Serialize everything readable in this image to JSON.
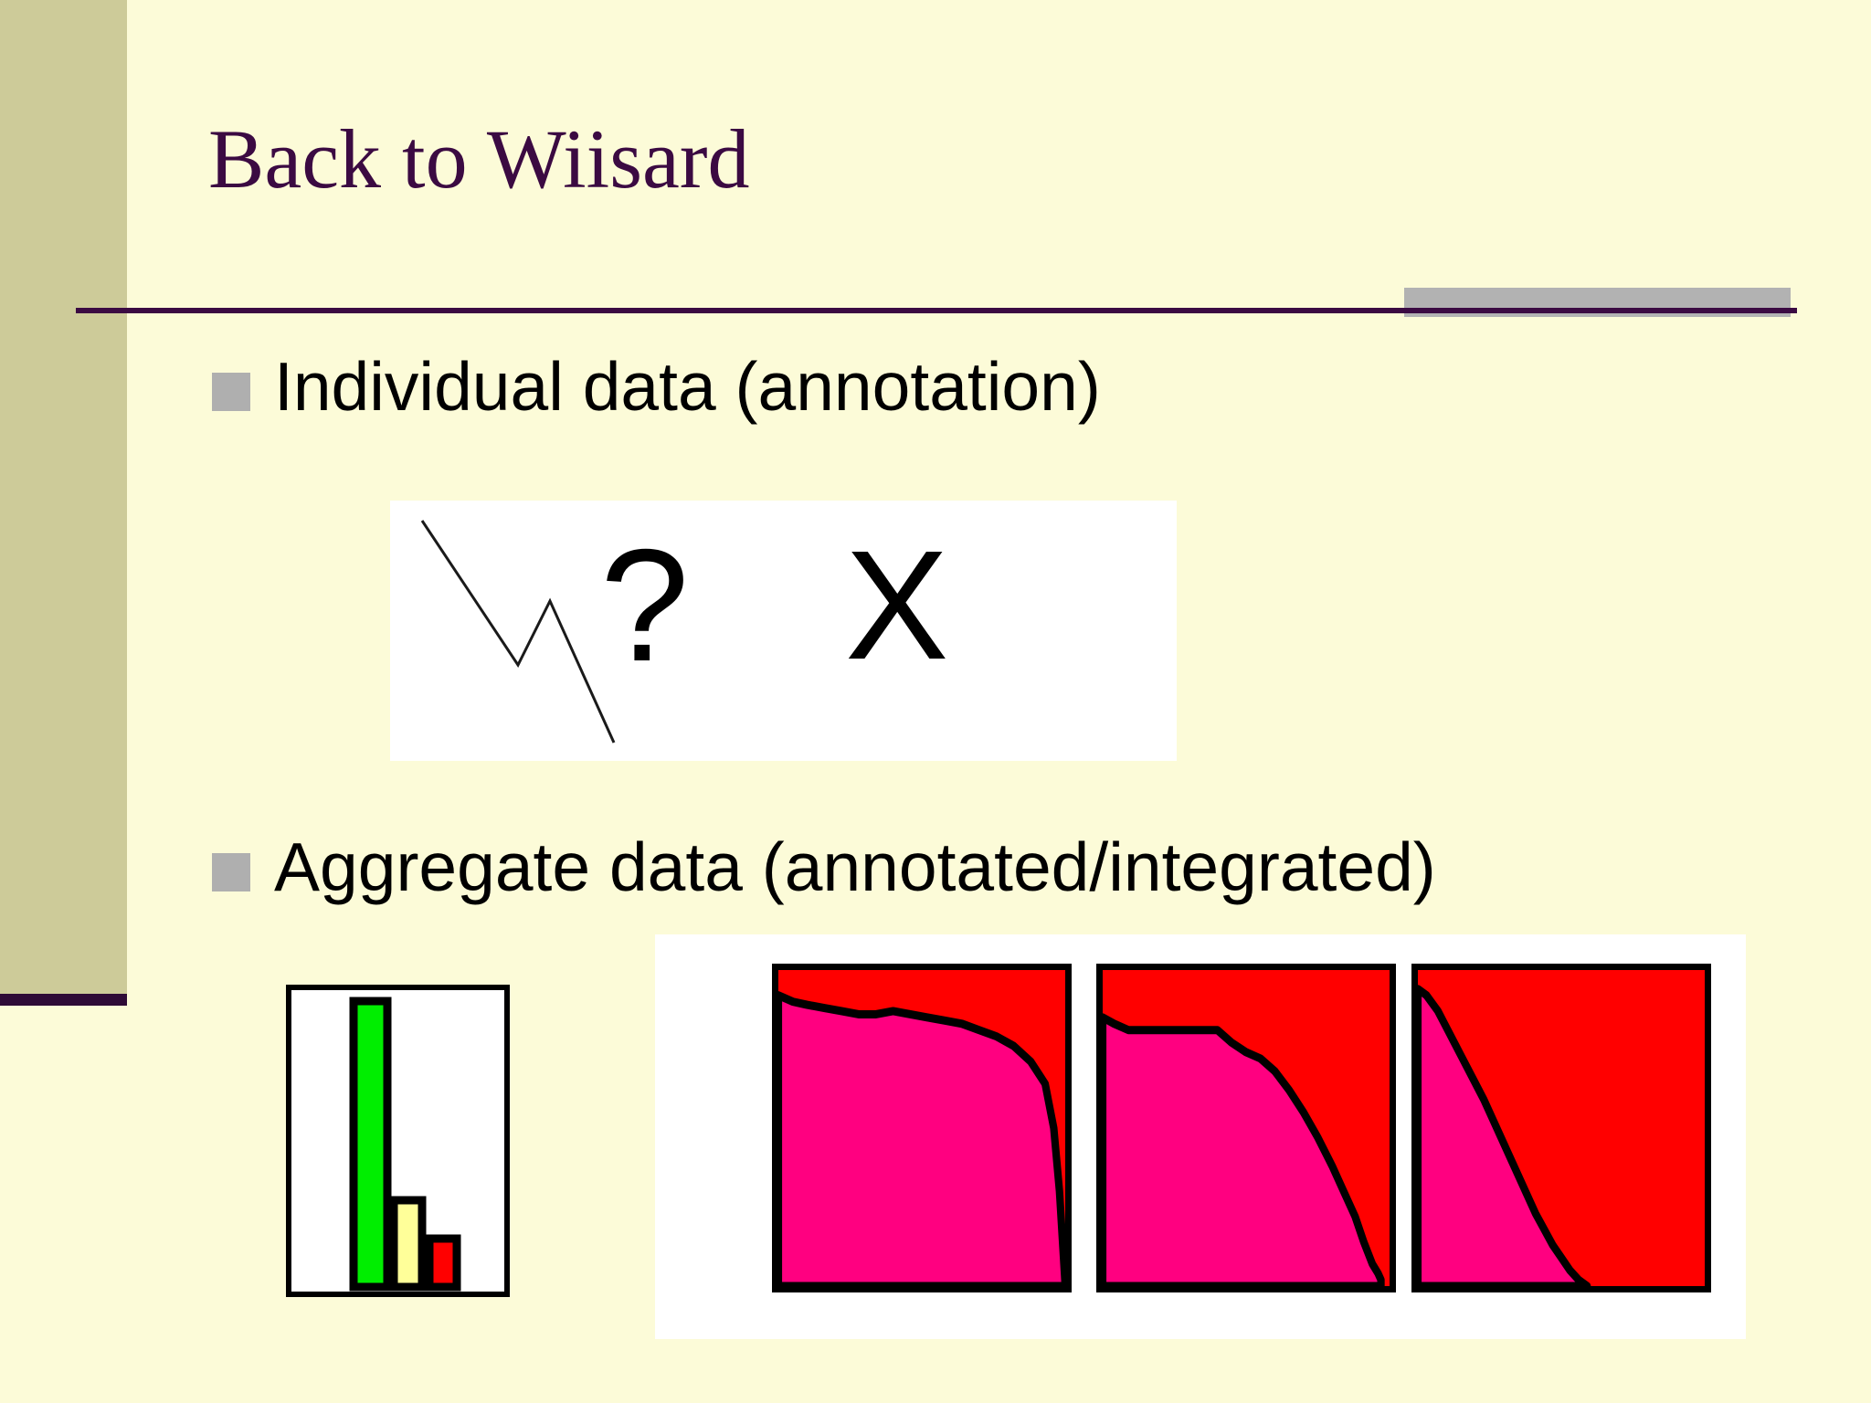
{
  "slide": {
    "title": "Back to Wiisard",
    "background_color": "#fcfbd8",
    "accent_color": "#3b0a42",
    "band_color": "#cdcb99",
    "tab_color": "#b2b2b2"
  },
  "bullets": [
    {
      "marker": "square-bullet",
      "text": "Individual data (annotation)"
    },
    {
      "marker": "square-bullet",
      "text": "Aggregate data (annotated/integrated)"
    }
  ],
  "individual_panel": {
    "name": "individual-data-figure",
    "glyphs": {
      "question_mark": "?",
      "cross": "X"
    },
    "sparkline": {
      "type": "line",
      "points": [
        [
          12,
          8
        ],
        [
          42,
          62
        ],
        [
          58,
          38
        ],
        [
          96,
          92
        ]
      ],
      "stroke": "#1a1a1a"
    }
  },
  "chart_data": [
    {
      "name": "bar-chart",
      "type": "bar",
      "title": "",
      "categories": [
        "green",
        "yellow",
        "red"
      ],
      "values": [
        100,
        34,
        16
      ],
      "colors": [
        "#00ee00",
        "#ffff99",
        "#ff0000"
      ],
      "border_color": "#000000",
      "background": "#ffffff",
      "ylim": [
        0,
        100
      ],
      "xlabel": "",
      "ylabel": "",
      "grid": false,
      "legend": "none"
    },
    {
      "name": "area-chart-1",
      "type": "area",
      "title": "",
      "fill_color": "#ff0080",
      "background_color": "#ff0000",
      "border_color": "#000000",
      "x": [
        0,
        5,
        10,
        16,
        22,
        28,
        34,
        40,
        46,
        52,
        58,
        64,
        70,
        76,
        82,
        88,
        93,
        96,
        98,
        100
      ],
      "y": [
        92,
        90,
        89,
        88,
        87,
        86,
        86,
        87,
        86,
        85,
        84,
        83,
        81,
        79,
        76,
        71,
        64,
        50,
        30,
        0
      ],
      "xlim": [
        0,
        100
      ],
      "ylim": [
        0,
        100
      ],
      "grid": false,
      "legend": "none"
    },
    {
      "name": "area-chart-2",
      "type": "area",
      "title": "",
      "fill_color": "#ff0080",
      "background_color": "#ff0000",
      "border_color": "#000000",
      "x": [
        0,
        4,
        9,
        14,
        20,
        30,
        40,
        45,
        50,
        55,
        60,
        65,
        70,
        75,
        80,
        84,
        88,
        91,
        94,
        96,
        97,
        100
      ],
      "y": [
        85,
        83,
        81,
        81,
        81,
        81,
        81,
        77,
        74,
        72,
        68,
        62,
        55,
        47,
        38,
        30,
        22,
        14,
        7,
        4,
        2,
        0
      ],
      "xlim": [
        0,
        100
      ],
      "ylim": [
        0,
        100
      ],
      "grid": false,
      "legend": "none"
    },
    {
      "name": "area-chart-3",
      "type": "area",
      "title": "",
      "fill_color": "#ff0080",
      "background_color": "#ff0000",
      "border_color": "#000000",
      "x": [
        0,
        3,
        7,
        11,
        15,
        19,
        23,
        26,
        29,
        32,
        35,
        38,
        41,
        44,
        47,
        50,
        53,
        56,
        59
      ],
      "y": [
        94,
        92,
        87,
        80,
        73,
        66,
        59,
        53,
        47,
        41,
        35,
        29,
        23,
        18,
        13,
        9,
        5,
        2,
        0
      ],
      "xlim": [
        0,
        100
      ],
      "ylim": [
        0,
        100
      ],
      "grid": false,
      "legend": "none"
    }
  ]
}
